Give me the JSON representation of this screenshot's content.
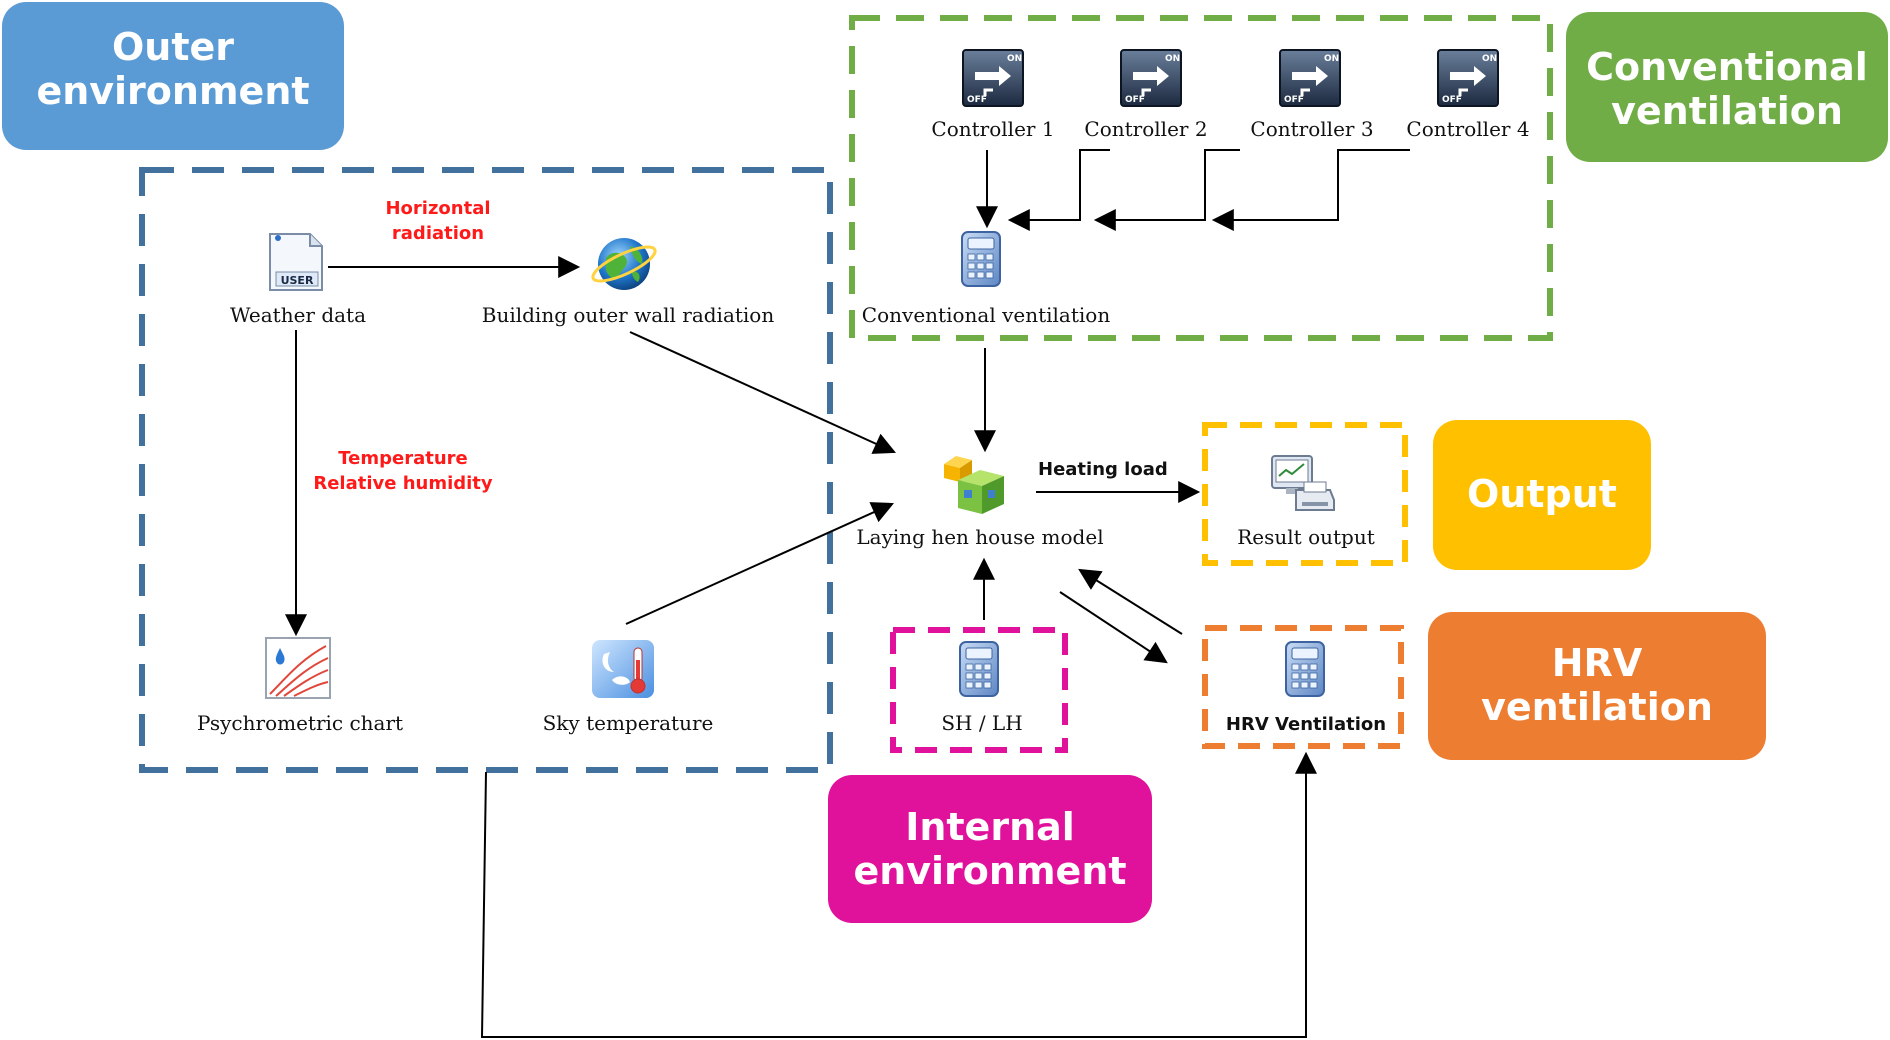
{
  "colors": {
    "outer": "#5b9bd5",
    "outer_dash": "#41719c",
    "conventional": "#70ad47",
    "output": "#ffc000",
    "hrv": "#ed7d31",
    "internal": "#e0119b",
    "red_label": "#ff1a1a"
  },
  "groups": {
    "outer": {
      "title_line1": "Outer",
      "title_line2": "environment"
    },
    "conventional": {
      "title_line1": "Conventional",
      "title_line2": "ventilation"
    },
    "output": {
      "title": "Output"
    },
    "hrv": {
      "title_line1": "HRV",
      "title_line2": "ventilation"
    },
    "internal": {
      "title_line1": "Internal",
      "title_line2": "environment"
    }
  },
  "nodes": {
    "controller1": {
      "label": "Controller 1",
      "icon": "on-off-switch-icon",
      "switch_on": "ON",
      "switch_off": "OFF"
    },
    "controller2": {
      "label": "Controller 2",
      "icon": "on-off-switch-icon",
      "switch_on": "ON",
      "switch_off": "OFF"
    },
    "controller3": {
      "label": "Controller 3",
      "icon": "on-off-switch-icon",
      "switch_on": "ON",
      "switch_off": "OFF"
    },
    "controller4": {
      "label": "Controller 4",
      "icon": "on-off-switch-icon",
      "switch_on": "ON",
      "switch_off": "OFF"
    },
    "conventional_ventilation": {
      "label": "Conventional ventilation",
      "icon": "calculator-icon"
    },
    "weather_data": {
      "label": "Weather data",
      "icon": "user-file-icon",
      "icon_text": "USER"
    },
    "building_outer_wall_radiation": {
      "label": "Building outer wall radiation",
      "icon": "globe-icon"
    },
    "psychrometric_chart": {
      "label": "Psychrometric chart",
      "icon": "psychrometric-chart-icon"
    },
    "sky_temperature": {
      "label": "Sky temperature",
      "icon": "thermometer-icon"
    },
    "laying_hen_house_model": {
      "label": "Laying hen house model",
      "icon": "building-model-icon"
    },
    "result_output": {
      "label": "Result output",
      "icon": "printer-monitor-icon"
    },
    "sh_lh": {
      "label": "SH / LH",
      "icon": "calculator-icon"
    },
    "hrv_ventilation": {
      "label": "HRV Ventilation",
      "icon": "calculator-icon"
    }
  },
  "edges": {
    "horizontal_radiation": {
      "line1": "Horizontal",
      "line2": "radiation"
    },
    "temp_humidity": {
      "line1": "Temperature",
      "line2": "Relative humidity"
    },
    "heating_load": {
      "label": "Heating load"
    }
  }
}
